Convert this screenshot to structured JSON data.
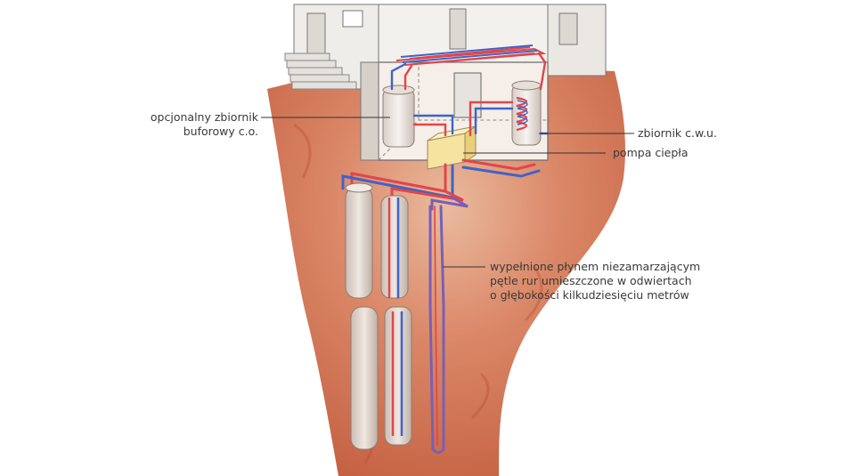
{
  "labels": {
    "buffer_tank": {
      "line1": "opcjonalny zbiornik",
      "line2": "buforowy c.o."
    },
    "dhw_tank": "zbiornik c.w.u.",
    "heat_pump": "pompa ciepła",
    "boreholes": {
      "line1": "wypełnione płynem niezamarzającym",
      "line2": "pętle rur umieszczone w odwiertach",
      "line3": "o głębokości kilkudziesięciu metrów"
    }
  },
  "colors": {
    "soil": "#c96a47",
    "soil_light": "#e8a585",
    "pipe_hot": "#e0464a",
    "pipe_cold": "#3f63c8",
    "pipe_loop": "#7a5fb4",
    "heat_pump_box": "#f6e3a0",
    "wall": "#eceae6",
    "leader_line": "#333333"
  }
}
